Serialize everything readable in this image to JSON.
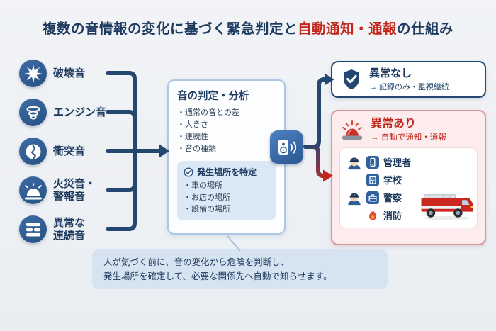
{
  "title": {
    "part1": "複数の音情報の変化に基づく緊急判定と",
    "part2": "自動通知・通報",
    "part3": "の仕組み"
  },
  "sources": [
    {
      "icon": "burst-icon",
      "label": "破壊音"
    },
    {
      "icon": "engine-spiral-icon",
      "label": "エンジン音"
    },
    {
      "icon": "collision-icon",
      "label": "衝突音"
    },
    {
      "icon": "alarm-bell-icon",
      "label": "火災音・\n警報音"
    },
    {
      "icon": "continuous-sound-icon",
      "label": "異常な\n連続音"
    }
  ],
  "analysis": {
    "title": "音の判定・分析",
    "items": [
      "・通常の音との差",
      "・大きさ",
      "・連続性",
      "・音の種類"
    ],
    "location": {
      "title": "発生場所を特定",
      "items": [
        "・車の場所",
        "・お店の場所",
        "・設備の場所"
      ]
    }
  },
  "outcomes": {
    "normal": {
      "title": "異常なし",
      "subtitle": "→ 記録のみ・監視継続"
    },
    "abnormal": {
      "title": "異常あり",
      "subtitle": "→ 自動で通知・通報",
      "recipients": [
        {
          "icon": "phone-icon",
          "label": "管理者"
        },
        {
          "icon": "building-icon",
          "label": "学校"
        },
        {
          "icon": "briefcase-icon",
          "label": "警察"
        },
        {
          "icon": "flame-icon",
          "label": "消防"
        }
      ]
    }
  },
  "note": {
    "line1": "人が気づく前に、音の変化から危険を判断し、",
    "line2": "発生場所を確定して、必要な関係先へ自動で知らせます。"
  },
  "colors": {
    "navy": "#1d3a5f",
    "red": "#c2251a",
    "source_blue": "#2f5f9e",
    "pink_bg": "#fceced",
    "pink_border": "#d9959c",
    "panel_border": "#abc7e3",
    "note_bg": "#d6e3f0"
  }
}
